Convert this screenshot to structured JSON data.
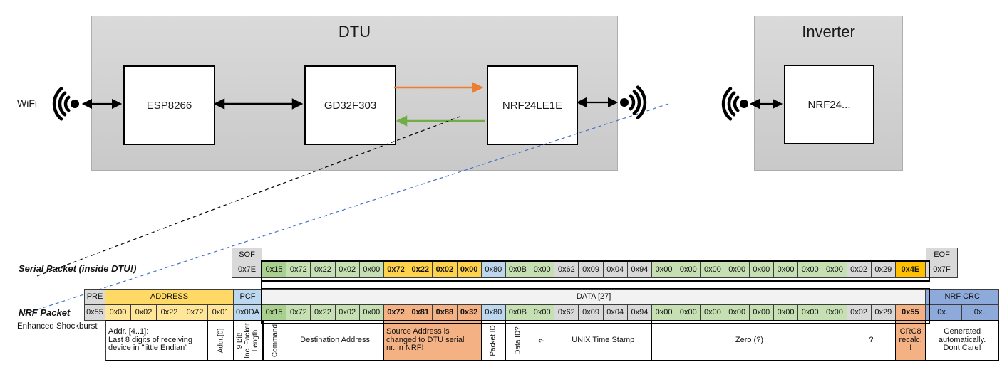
{
  "diagram": {
    "dtu_title": "DTU",
    "inverter_title": "Inverter",
    "wifi_label": "WiFi",
    "chips": [
      "ESP8266",
      "GD32F303",
      "NRF24LE1E",
      "NRF24..."
    ],
    "colors": {
      "orange_arrow": "#ED7D31",
      "green_arrow": "#70AD47",
      "blue_dashed_line": "#4472C4",
      "black": "#000000"
    }
  },
  "palette": {
    "gray": "#D9D9D9",
    "green_dark": "#A9D08E",
    "green": "#C6E0B4",
    "gold": "#FFD24B",
    "amber": "#FFC000",
    "blue": "#BDD7EE",
    "salmon": "#F4B183",
    "yellow": "#FFE699",
    "yellow_header": "#FFD966",
    "crc_blue": "#8EAADB",
    "data_header_bg": "#F2F2F2"
  },
  "serial_packet": {
    "label": "Serial Packet (inside DTU!)",
    "sof_header": "SOF",
    "sof_value": "0x7E",
    "eof_header": "EOF",
    "eof_value": "0x7F",
    "bytes": [
      {
        "v": "0x15",
        "c": "green_dark"
      },
      {
        "v": "0x72",
        "c": "green"
      },
      {
        "v": "0x22",
        "c": "green"
      },
      {
        "v": "0x02",
        "c": "green"
      },
      {
        "v": "0x00",
        "c": "green"
      },
      {
        "v": "0x72",
        "c": "gold",
        "b": true
      },
      {
        "v": "0x22",
        "c": "gold",
        "b": true
      },
      {
        "v": "0x02",
        "c": "gold",
        "b": true
      },
      {
        "v": "0x00",
        "c": "gold",
        "b": true
      },
      {
        "v": "0x80",
        "c": "blue"
      },
      {
        "v": "0x0B",
        "c": "green"
      },
      {
        "v": "0x00",
        "c": "green"
      },
      {
        "v": "0x62",
        "c": "gray"
      },
      {
        "v": "0x09",
        "c": "gray"
      },
      {
        "v": "0x04",
        "c": "gray"
      },
      {
        "v": "0x94",
        "c": "gray"
      },
      {
        "v": "0x00",
        "c": "green"
      },
      {
        "v": "0x00",
        "c": "green"
      },
      {
        "v": "0x00",
        "c": "green"
      },
      {
        "v": "0x00",
        "c": "green"
      },
      {
        "v": "0x00",
        "c": "green"
      },
      {
        "v": "0x00",
        "c": "green"
      },
      {
        "v": "0x00",
        "c": "green"
      },
      {
        "v": "0x00",
        "c": "green"
      },
      {
        "v": "0x02",
        "c": "gray"
      },
      {
        "v": "0x29",
        "c": "gray"
      },
      {
        "v": "0x4E",
        "c": "amber",
        "b": true,
        "wide": true
      }
    ]
  },
  "nrf_packet": {
    "label": "NRF Packet",
    "sublabel": "Enhanced Shockburst",
    "pre_header": "PRE",
    "pre_value": "0x55",
    "address_header": "ADDRESS",
    "address_values": [
      "0x00",
      "0x02",
      "0x22",
      "0x72",
      "0x01"
    ],
    "pcf_header": "PCF",
    "pcf_value": "0x0DA",
    "data_header": "DATA [27]",
    "bytes": [
      {
        "v": "0x15",
        "c": "green_dark"
      },
      {
        "v": "0x72",
        "c": "green"
      },
      {
        "v": "0x22",
        "c": "green"
      },
      {
        "v": "0x02",
        "c": "green"
      },
      {
        "v": "0x00",
        "c": "green"
      },
      {
        "v": "0x72",
        "c": "salmon",
        "b": true
      },
      {
        "v": "0x81",
        "c": "salmon",
        "b": true
      },
      {
        "v": "0x88",
        "c": "salmon",
        "b": true
      },
      {
        "v": "0x32",
        "c": "salmon",
        "b": true
      },
      {
        "v": "0x80",
        "c": "blue"
      },
      {
        "v": "0x0B",
        "c": "green"
      },
      {
        "v": "0x00",
        "c": "green"
      },
      {
        "v": "0x62",
        "c": "gray"
      },
      {
        "v": "0x09",
        "c": "gray"
      },
      {
        "v": "0x04",
        "c": "gray"
      },
      {
        "v": "0x94",
        "c": "gray"
      },
      {
        "v": "0x00",
        "c": "green"
      },
      {
        "v": "0x00",
        "c": "green"
      },
      {
        "v": "0x00",
        "c": "green"
      },
      {
        "v": "0x00",
        "c": "green"
      },
      {
        "v": "0x00",
        "c": "green"
      },
      {
        "v": "0x00",
        "c": "green"
      },
      {
        "v": "0x00",
        "c": "green"
      },
      {
        "v": "0x00",
        "c": "green"
      },
      {
        "v": "0x02",
        "c": "gray"
      },
      {
        "v": "0x29",
        "c": "gray"
      },
      {
        "v": "0x55",
        "c": "salmon",
        "b": true,
        "wide": true
      }
    ],
    "crc_header": "NRF CRC",
    "crc_values": [
      "0x..",
      "0x.."
    ]
  },
  "annotations": [
    {
      "text": "Addr. [4..1]:\nLast 8 digits of receiving\ndevice in \"little Endian\"",
      "span": "a4",
      "align": "left"
    },
    {
      "text": "Addr.[0]",
      "span": "a1",
      "vertical": true
    },
    {
      "text": "9 Bit!\nInc. Packet\nLength",
      "span": "pcf",
      "vertical": true
    },
    {
      "text": "Command",
      "span": "d1",
      "vertical": true,
      "thick_left": true
    },
    {
      "text": "Destination Address",
      "span": "d4"
    },
    {
      "text": "Source Address is\nchanged to DTU serial\nnr. in NRF!",
      "span": "d4",
      "bg": "salmon",
      "align": "left"
    },
    {
      "text": "Packet ID",
      "span": "d1",
      "vertical": true
    },
    {
      "text": "Data ID?",
      "span": "d1",
      "vertical": true
    },
    {
      "text": "?",
      "span": "d1",
      "vertical": true
    },
    {
      "text": "UNIX Time Stamp",
      "span": "d4"
    },
    {
      "text": "Zero (?)",
      "span": "d8"
    },
    {
      "text": "?",
      "span": "d2"
    },
    {
      "text": "CRC8\nrecalc.\n!",
      "span": "dw",
      "bg": "salmon"
    },
    {
      "text": "Generated\nautomatically.\nDont Care!",
      "span": "crc"
    }
  ]
}
